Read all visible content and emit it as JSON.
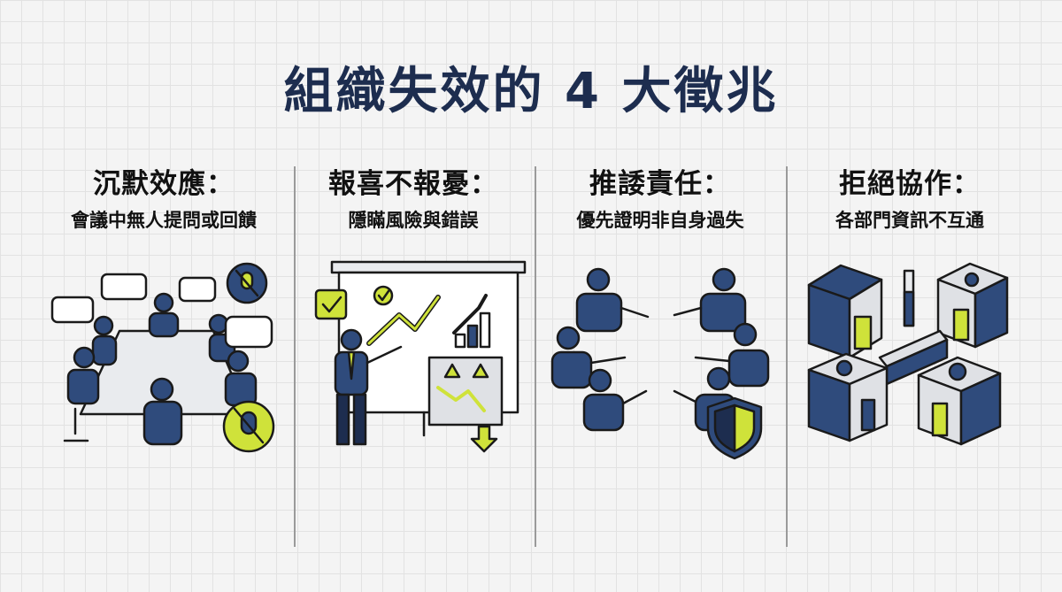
{
  "title": "組織失效的 4 大徵兆",
  "colors": {
    "navy": "#2f4b7c",
    "dark": "#1d2d4f",
    "lime": "#cfe23a"
  },
  "signs": [
    {
      "heading": "沉默效應：",
      "desc": "會議中無人提問或回饋",
      "icon": "meeting-silence-icon"
    },
    {
      "heading": "報喜不報憂：",
      "desc": "隱瞞風險與錯誤",
      "icon": "presentation-hiding-risk-icon"
    },
    {
      "heading": "推諉責任：",
      "desc": "優先證明非自身過失",
      "icon": "finger-pointing-icon"
    },
    {
      "heading": "拒絕協作：",
      "desc": "各部門資訊不互通",
      "icon": "silo-buildings-icon"
    }
  ]
}
